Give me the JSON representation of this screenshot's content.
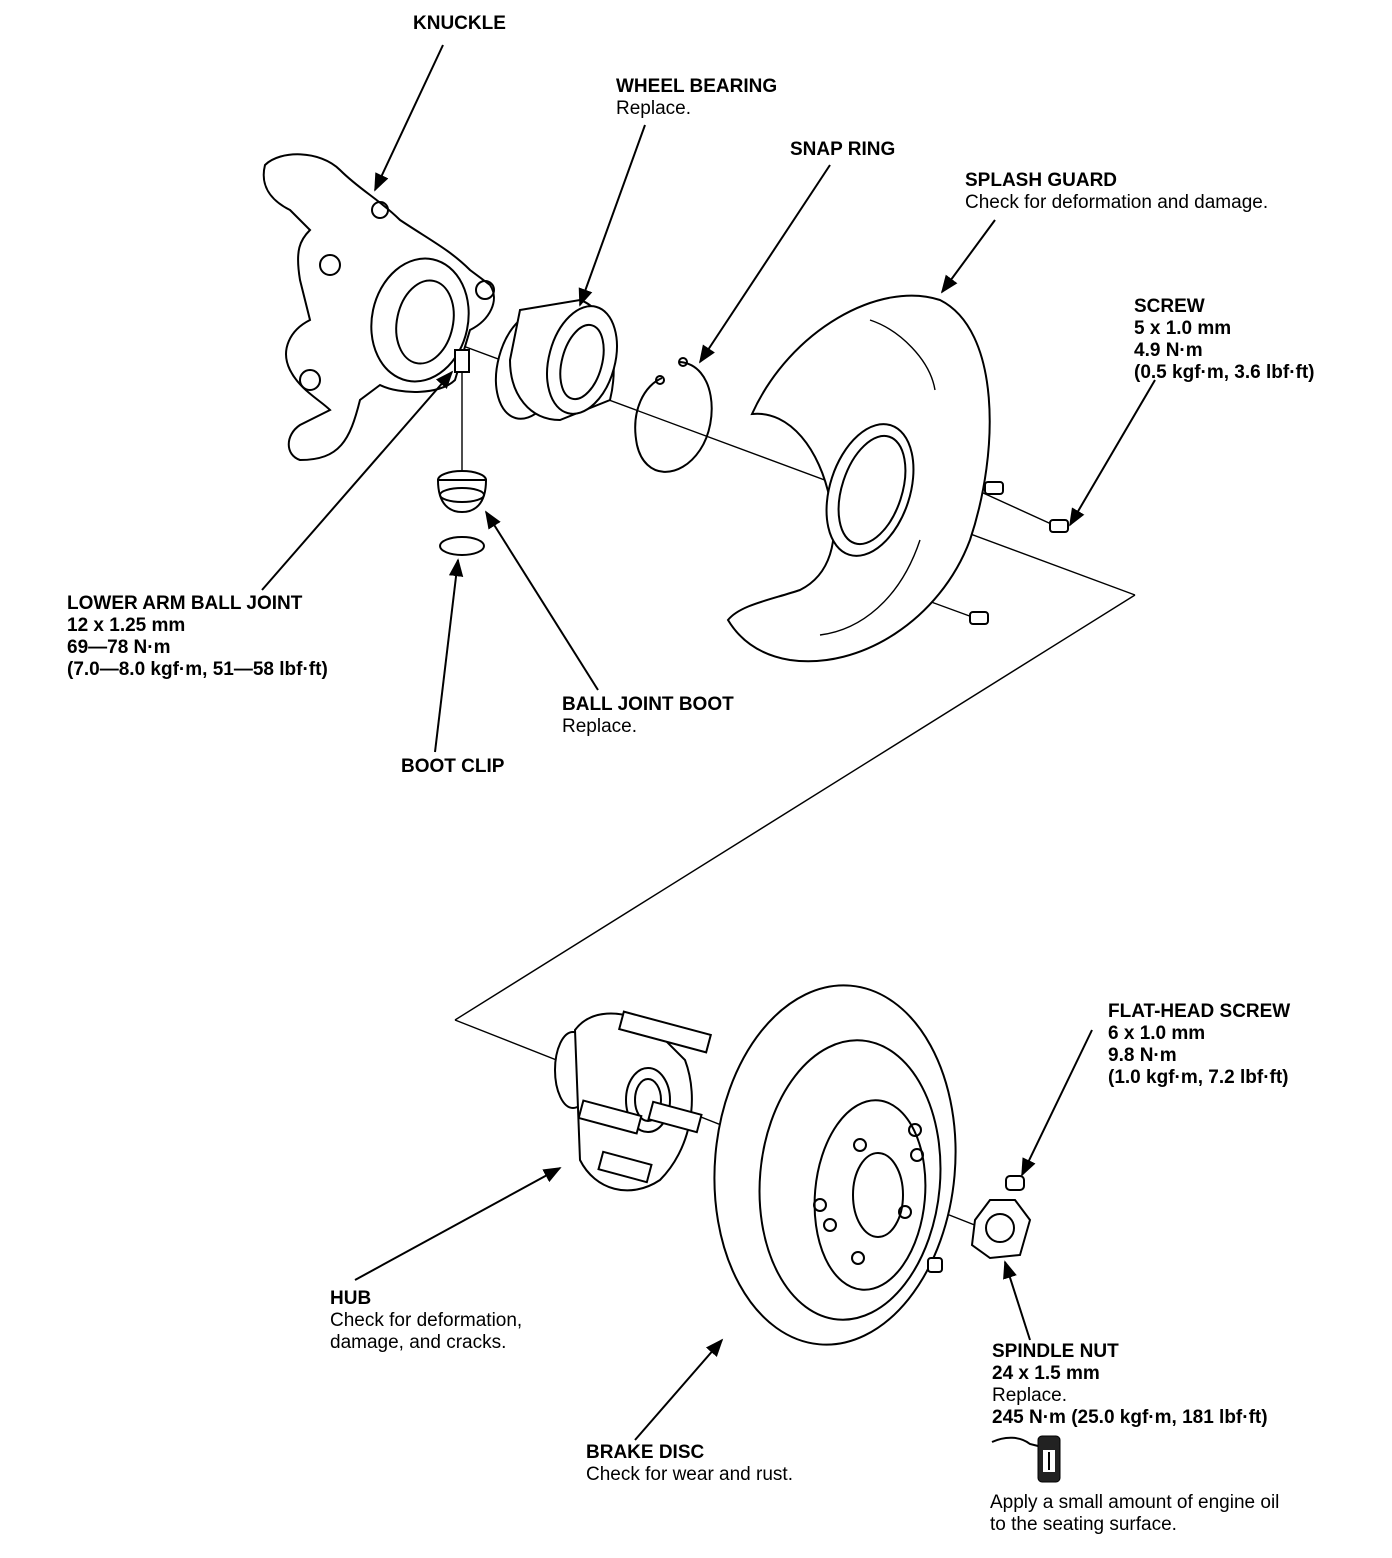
{
  "labels": {
    "knuckle": {
      "title": "KNUCKLE"
    },
    "wheel_bearing": {
      "title": "WHEEL BEARING",
      "note": "Replace."
    },
    "snap_ring": {
      "title": "SNAP RING"
    },
    "splash_guard": {
      "title": "SPLASH GUARD",
      "note": "Check for deformation and damage."
    },
    "screw": {
      "title": "SCREW",
      "size": "5 x 1.0 mm",
      "torque": "4.9 N·m",
      "torque_alt": "(0.5 kgf·m, 3.6 lbf·ft)"
    },
    "lower_arm_ball_joint": {
      "title": "LOWER ARM BALL JOINT",
      "size": "12 x 1.25 mm",
      "torque": "69—78 N·m",
      "torque_alt": "(7.0—8.0 kgf·m, 51—58 lbf·ft)"
    },
    "ball_joint_boot": {
      "title": "BALL JOINT BOOT",
      "note": "Replace."
    },
    "boot_clip": {
      "title": "BOOT CLIP"
    },
    "flat_head_screw": {
      "title": "FLAT-HEAD SCREW",
      "size": "6 x 1.0 mm",
      "torque": "9.8 N·m",
      "torque_alt": "(1.0 kgf·m, 7.2 lbf·ft)"
    },
    "hub": {
      "title": "HUB",
      "note_line1": "Check for deformation,",
      "note_line2": "damage, and cracks."
    },
    "spindle_nut": {
      "title": "SPINDLE NUT",
      "size": "24 x 1.5 mm",
      "note": "Replace.",
      "torque": "245 N·m (25.0 kgf·m, 181 lbf·ft)",
      "oil_note_line1": "Apply a small amount of engine oil",
      "oil_note_line2": "to the seating surface."
    },
    "brake_disc": {
      "title": "BRAKE DISC",
      "note": "Check for wear and rust."
    }
  },
  "icons": {
    "oil_can": "oil-can-icon"
  }
}
